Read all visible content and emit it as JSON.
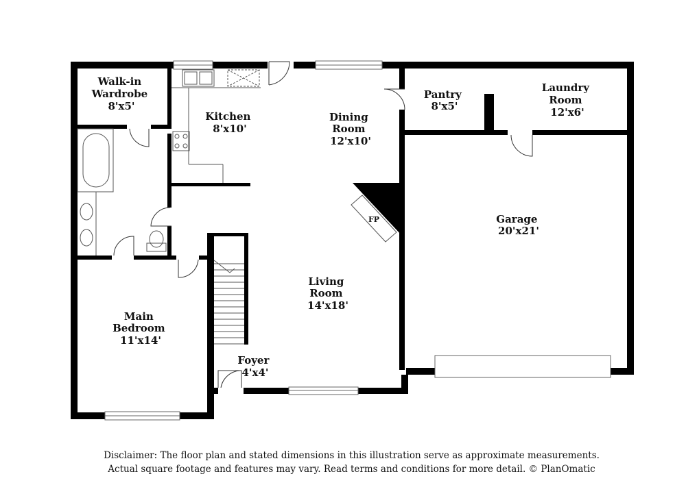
{
  "rooms": [
    {
      "name": "walk-in-wardrobe",
      "lines": [
        "Walk-in",
        "Wardrobe",
        "8'x5'"
      ]
    },
    {
      "name": "kitchen",
      "lines": [
        "Kitchen",
        "8'x10'"
      ]
    },
    {
      "name": "dining-room",
      "lines": [
        "Dining",
        "Room",
        "12'x10'"
      ]
    },
    {
      "name": "pantry",
      "lines": [
        "Pantry",
        "8'x5'"
      ]
    },
    {
      "name": "laundry-room",
      "lines": [
        "Laundry",
        "Room",
        "12'x6'"
      ]
    },
    {
      "name": "garage",
      "lines": [
        "Garage",
        "20'x21'"
      ]
    },
    {
      "name": "living-room",
      "lines": [
        "Living",
        "Room",
        "14'x18'"
      ]
    },
    {
      "name": "main-bedroom",
      "lines": [
        "Main",
        "Bedroom",
        "11'x14'"
      ]
    },
    {
      "name": "foyer",
      "lines": [
        "Foyer",
        "4'x4'"
      ]
    }
  ],
  "fireplace_label": "FP",
  "disclaimer": {
    "line1": "Disclaimer: The floor plan and stated dimensions in this illustration serve as approximate measurements.",
    "line2": "Actual square footage and features may vary. Read terms and conditions for more detail. © PlanOmatic"
  }
}
